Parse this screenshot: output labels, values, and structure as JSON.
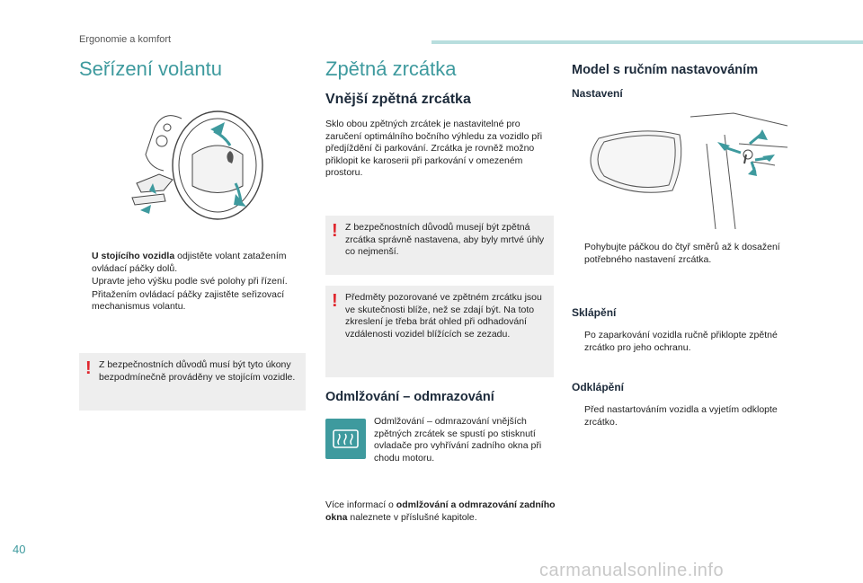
{
  "header": {
    "section": "Ergonomie a komfort"
  },
  "steering": {
    "title": "Seřízení volantu",
    "bullets": [
      {
        "bold": "U stojícího vozidla",
        "rest": " odjistěte volant zatažením ovládací páčky dolů."
      },
      {
        "bold": "",
        "rest": "Upravte jeho výšku podle své polohy při řízení."
      },
      {
        "bold": "",
        "rest": "Přitažením ovládací páčky zajistěte seřizovací mechanismus volantu."
      }
    ],
    "warning": "Z bezpečnostních důvodů musí být tyto úkony bezpodmínečně prováděny ve stojícím vozidle."
  },
  "mirrors": {
    "title": "Zpětná zrcátka",
    "subtitle": "Vnější zpětná zrcátka",
    "intro": "Sklo obou zpětných zrcátek je nastavitelné pro zaručení optimálního bočního výhledu za vozidlo při předjíždění či parkování. Zrcátka je rovněž možno přiklopit ke karoserii při parkování v omezeném prostoru.",
    "warning1": "Z bezpečnostních důvodů musejí být zpětná zrcátka správně nastavena, aby byly mrtvé úhly co nejmenší.",
    "warning2": "Předměty pozorované ve zpětném zrcátku jsou ve skutečnosti blíže, než se zdají být. Na toto zkreslení je třeba brát ohled při odhadování vzdálenosti vozidel blížících se zezadu.",
    "demist_title": "Odmlžování – odmrazování",
    "demist_text": "Odmlžování – odmrazování vnějších zpětných zrcátek se spustí po stisknutí ovladače pro vyhřívání zadního okna při chodu motoru.",
    "more_prefix": "Více informací o ",
    "more_bold": "odmlžování a odmrazování zadního okna",
    "more_suffix": " naleznete v příslušné kapitole."
  },
  "manual": {
    "title": "Model s ručním nastavováním",
    "setting_title": "Nastavení",
    "setting_bullet": "Pohybujte páčkou do čtyř směrů až k dosažení potřebného nastavení zrcátka.",
    "fold_title": "Sklápění",
    "fold_bullet": "Po zaparkování vozidla ručně přiklopte zpětné zrcátko pro jeho ochranu.",
    "unfold_title": "Odklápění",
    "unfold_bullet": "Před nastartováním vozidla a vyjetím odklopte zrcátko."
  },
  "footer": {
    "page": "40",
    "watermark": "carmanualsonline.info"
  },
  "glyphs": {
    "bullet": "",
    "warn": "!"
  },
  "colors": {
    "accent": "#3e9a9e",
    "warning": "#e0262d",
    "box": "#eeeeee"
  }
}
